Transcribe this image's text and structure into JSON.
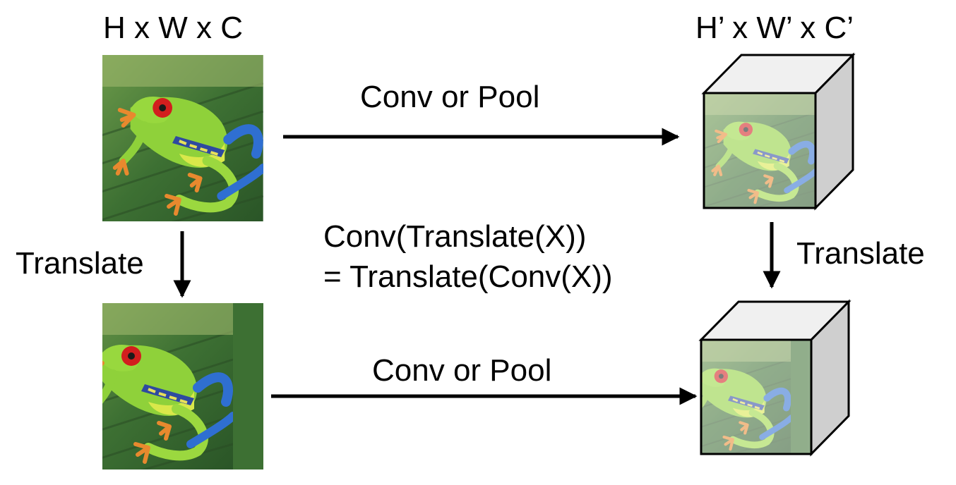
{
  "input": {
    "dims": "H x W x C"
  },
  "output": {
    "dims": "H’ x W’ x C’"
  },
  "top_arrow": {
    "label": "Conv or Pool"
  },
  "bottom_arrow": {
    "label": "Conv or Pool"
  },
  "left_arrow": {
    "label": "Translate"
  },
  "right_arrow": {
    "label": "Translate"
  },
  "equation": {
    "line1": "Conv(Translate(X))",
    "line2": "= Translate(Conv(X))"
  },
  "colors": {
    "arrow": "#000000",
    "cube_top": "#f0f0f0",
    "cube_side": "#cfcfcf",
    "leaf_dark": "#2f5a2a",
    "leaf_mid": "#4f8a3a",
    "frog_green": "#8fd13a",
    "frog_blue": "#2f6fd1",
    "eye_red": "#d21e1e",
    "toe_orange": "#e8892e"
  },
  "icons": [
    "frog-image",
    "feature-cube",
    "arrow-right",
    "arrow-down"
  ]
}
